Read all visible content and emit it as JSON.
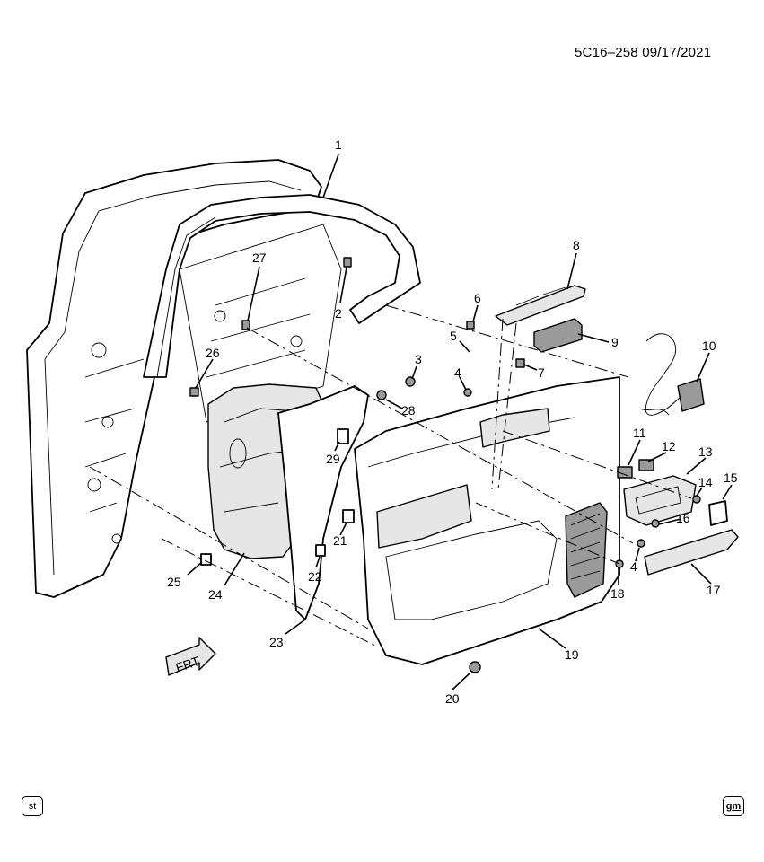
{
  "header": {
    "reference": "5C16–258  09/17/2021"
  },
  "callouts": [
    "1",
    "2",
    "3",
    "4",
    "5",
    "6",
    "7",
    "8",
    "9",
    "10",
    "11",
    "12",
    "13",
    "14",
    "15",
    "16",
    "17",
    "18",
    "19",
    "20",
    "21",
    "22",
    "23",
    "24",
    "25",
    "26",
    "27",
    "28",
    "29",
    "4"
  ],
  "frt_label": "FRT",
  "badges": {
    "left": "st",
    "right": "gm"
  }
}
